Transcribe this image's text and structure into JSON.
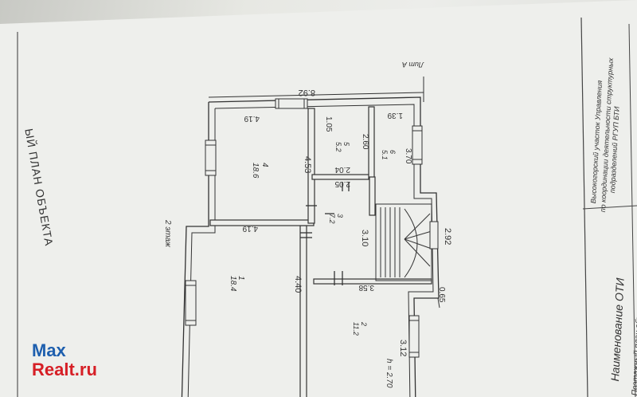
{
  "document": {
    "side_heading": "ЫЙ ПЛАН ОБЪЕКТА",
    "floor_label": "2 этаж",
    "litera": "Лит А",
    "dim_width": "8.92",
    "dim_side": "2.92",
    "dim_offset": "0.65",
    "rooms": [
      {
        "num": "1",
        "area": "18.4",
        "dim_top": "4.19",
        "dim_side": "4.40"
      },
      {
        "num": "2",
        "area": "11.2",
        "dim_top": "3.58",
        "dim_side": "3.12",
        "height": "h = 2.70"
      },
      {
        "num": "3",
        "area": "7.2",
        "dim_top": "2.05",
        "dim_side": "3.10"
      },
      {
        "num": "4",
        "area": "18.6",
        "dim_top": "4.19",
        "dim_side": "4.53"
      },
      {
        "num": "5",
        "area": "5.2",
        "dim_top": "1.05",
        "dim_side": "2.60",
        "dim_extra": "2.04"
      },
      {
        "num": "6",
        "area": "5.1",
        "dim_top": "1.39",
        "dim_side": "3.70"
      }
    ],
    "title_block": {
      "org_line1": "Высокогорский участок Управления",
      "org_line2": "по координации деятельности структурных",
      "org_line3": "подразделений РГУП БТИ",
      "name_label": "Наименование ОТИ",
      "plan_caption": "Поэтажный план объекта индивидуального жилищного строительства"
    }
  },
  "watermark": {
    "line1": "Max",
    "line2": "Realt.ru"
  }
}
